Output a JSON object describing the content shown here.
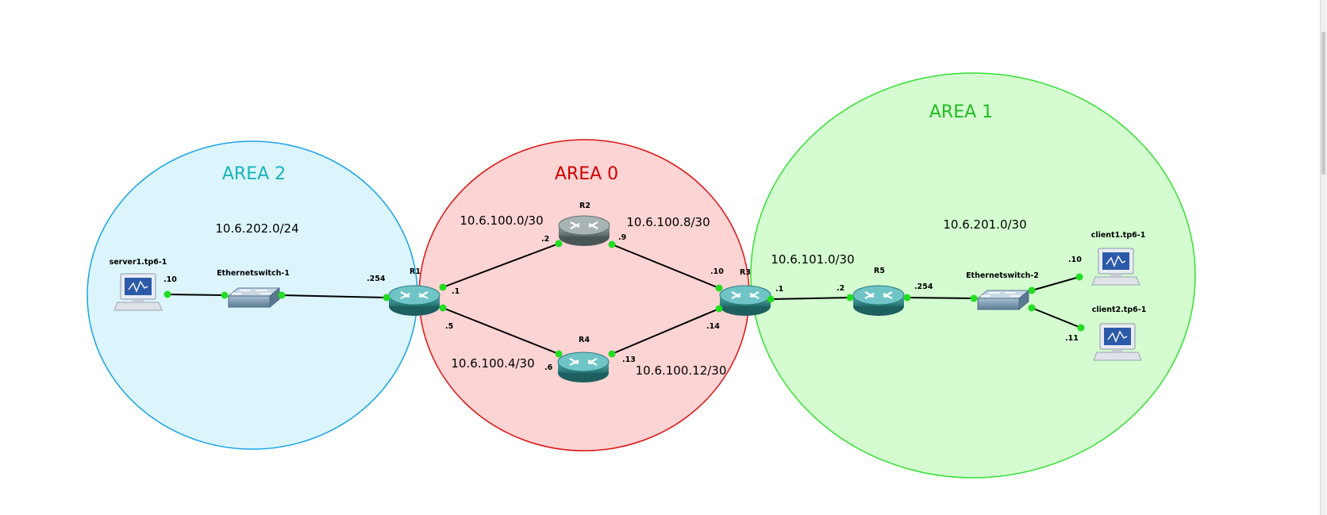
{
  "areas": {
    "area2": {
      "title": "AREA 2",
      "subnet": "10.6.202.0/24",
      "fill": "#dcf4fc",
      "stroke": "#1aa3e8",
      "title_color": "#19b3b8"
    },
    "area0": {
      "title": "AREA 0",
      "fill": "#fcd4d4",
      "stroke": "#e01010",
      "title_color": "#d00000"
    },
    "area1": {
      "title": "AREA 1",
      "subnet": "10.6.201.0/30",
      "fill": "#d4fcd0",
      "stroke": "#33e033",
      "title_color": "#22bb22"
    }
  },
  "nodes": {
    "server1": {
      "label": "server1.tp6-1",
      "icon": "computer-icon"
    },
    "switch1": {
      "label": "Ethernetswitch-1",
      "icon": "switch-icon"
    },
    "r1": {
      "label": "R1",
      "icon": "router-icon"
    },
    "r2": {
      "label": "R2",
      "icon": "router-icon"
    },
    "r3": {
      "label": "R3",
      "icon": "router-icon"
    },
    "r4": {
      "label": "R4",
      "icon": "router-icon"
    },
    "r5": {
      "label": "R5",
      "icon": "router-icon"
    },
    "switch2": {
      "label": "Ethernetswitch-2",
      "icon": "switch-icon"
    },
    "client1": {
      "label": "client1.tp6-1",
      "icon": "computer-icon"
    },
    "client2": {
      "label": "client2.tp6-1",
      "icon": "computer-icon"
    }
  },
  "subnets": {
    "r1_r2": "10.6.100.0/30",
    "r2_r3": "10.6.100.8/30",
    "r1_r4": "10.6.100.4/30",
    "r4_r3": "10.6.100.12/30",
    "r3_r5": "10.6.101.0/30"
  },
  "ports": {
    "server1": ".10",
    "r1_lan": ".254",
    "r1_r2": ".1",
    "r1_r4": ".5",
    "r2_r1": ".2",
    "r2_r3": ".9",
    "r4_r1": ".6",
    "r4_r3": ".13",
    "r3_r2": ".10",
    "r3_r4": ".14",
    "r3_r5": ".1",
    "r5_r3": ".2",
    "r5_lan": ".254",
    "client1": ".10",
    "client2": ".11"
  },
  "colors": {
    "link": "#000000",
    "port_dot": "#22dd22",
    "router_body": "#2f8a8c",
    "router_body_r2": "#6c7c7c",
    "switch_body": "#6f8fa8"
  }
}
